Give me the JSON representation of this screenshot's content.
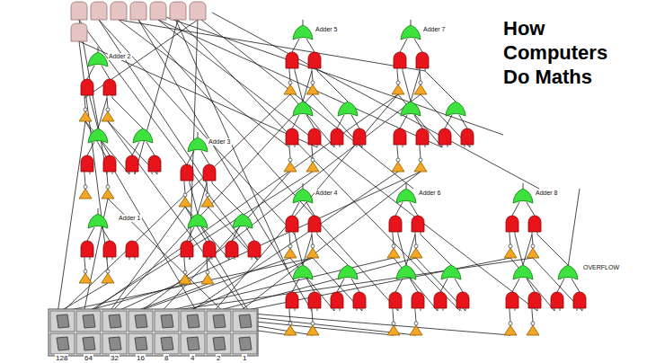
{
  "diagram": {
    "title": "How Computers Do Maths",
    "labels": [
      "Adder 2",
      "Adder 5",
      "Adder 7",
      "Adder 3",
      "Adder 4",
      "Adder 6",
      "Adder 8",
      "Adder 1",
      "OVERFLOW",
      "128",
      "64",
      "32",
      "16",
      "8",
      "4",
      "2",
      "1"
    ]
  }
}
